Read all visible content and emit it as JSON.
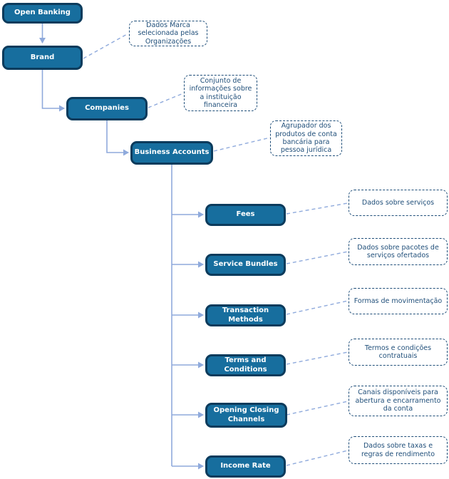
{
  "diagram": {
    "type": "hierarchy",
    "root_label": "Open Banking",
    "colors": {
      "node_fill": "#176E9E",
      "node_border": "#0C3B5C",
      "node_text": "#FFFFFF",
      "annotation_border": "#1F4E79",
      "annotation_text": "#1F4E79",
      "connector": "#8FAADC",
      "background": "#FFFFFF"
    }
  },
  "nodes": [
    {
      "id": "open-banking",
      "label": "Open Banking",
      "parent": null,
      "note": null
    },
    {
      "id": "brand",
      "label": "Brand",
      "parent": "open-banking",
      "note": "Dados Marca selecionada pelas Organizações"
    },
    {
      "id": "companies",
      "label": "Companies",
      "parent": "brand",
      "note": "Conjunto de informações sobre a instituição financeira"
    },
    {
      "id": "business-accounts",
      "label": "Business Accounts",
      "parent": "companies",
      "note": "Agrupador dos produtos de conta bancária para pessoa jurídica"
    },
    {
      "id": "fees",
      "label": "Fees",
      "parent": "business-accounts",
      "note": "Dados sobre serviços"
    },
    {
      "id": "service-bundles",
      "label": "Service Bundles",
      "parent": "business-accounts",
      "note": "Dados sobre pacotes de serviços ofertados"
    },
    {
      "id": "transaction-methods",
      "label": "Transaction Methods",
      "parent": "business-accounts",
      "note": "Formas de movimentação"
    },
    {
      "id": "terms-and-conditions",
      "label": "Terms and Conditions",
      "parent": "business-accounts",
      "note": "Termos e condições contratuais"
    },
    {
      "id": "opening-closing-channels",
      "label": "Opening Closing Channels",
      "parent": "business-accounts",
      "note": "Canais disponíveis para abertura e encarramento da conta"
    },
    {
      "id": "income-rate",
      "label": "Income Rate",
      "parent": "business-accounts",
      "note": "Dados sobre taxas e regras de rendimento"
    }
  ]
}
